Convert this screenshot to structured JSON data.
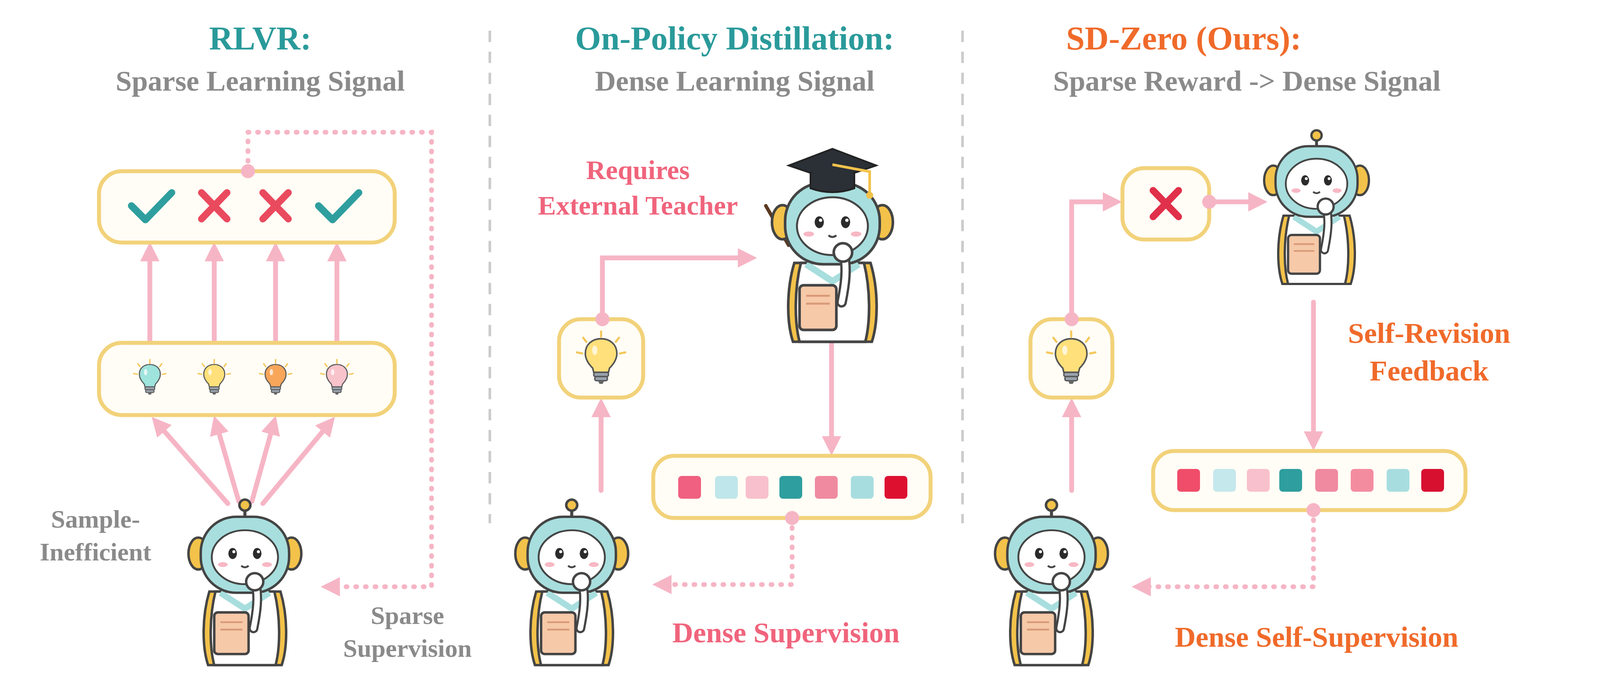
{
  "diagram": {
    "labels": [
      "RLVR:",
      "Sparse Learning Signal",
      "On-Policy Distillation:",
      "Dense Learning Signal",
      "SD-Zero (Ours):",
      "Sparse Reward -> Dense Signal",
      "Sample- Inefficient",
      "Sparse Supervision",
      "Requires External Teacher",
      "Dense Supervision",
      "Self-Revision Feedback",
      "Dense Self-Supervision"
    ]
  }
}
